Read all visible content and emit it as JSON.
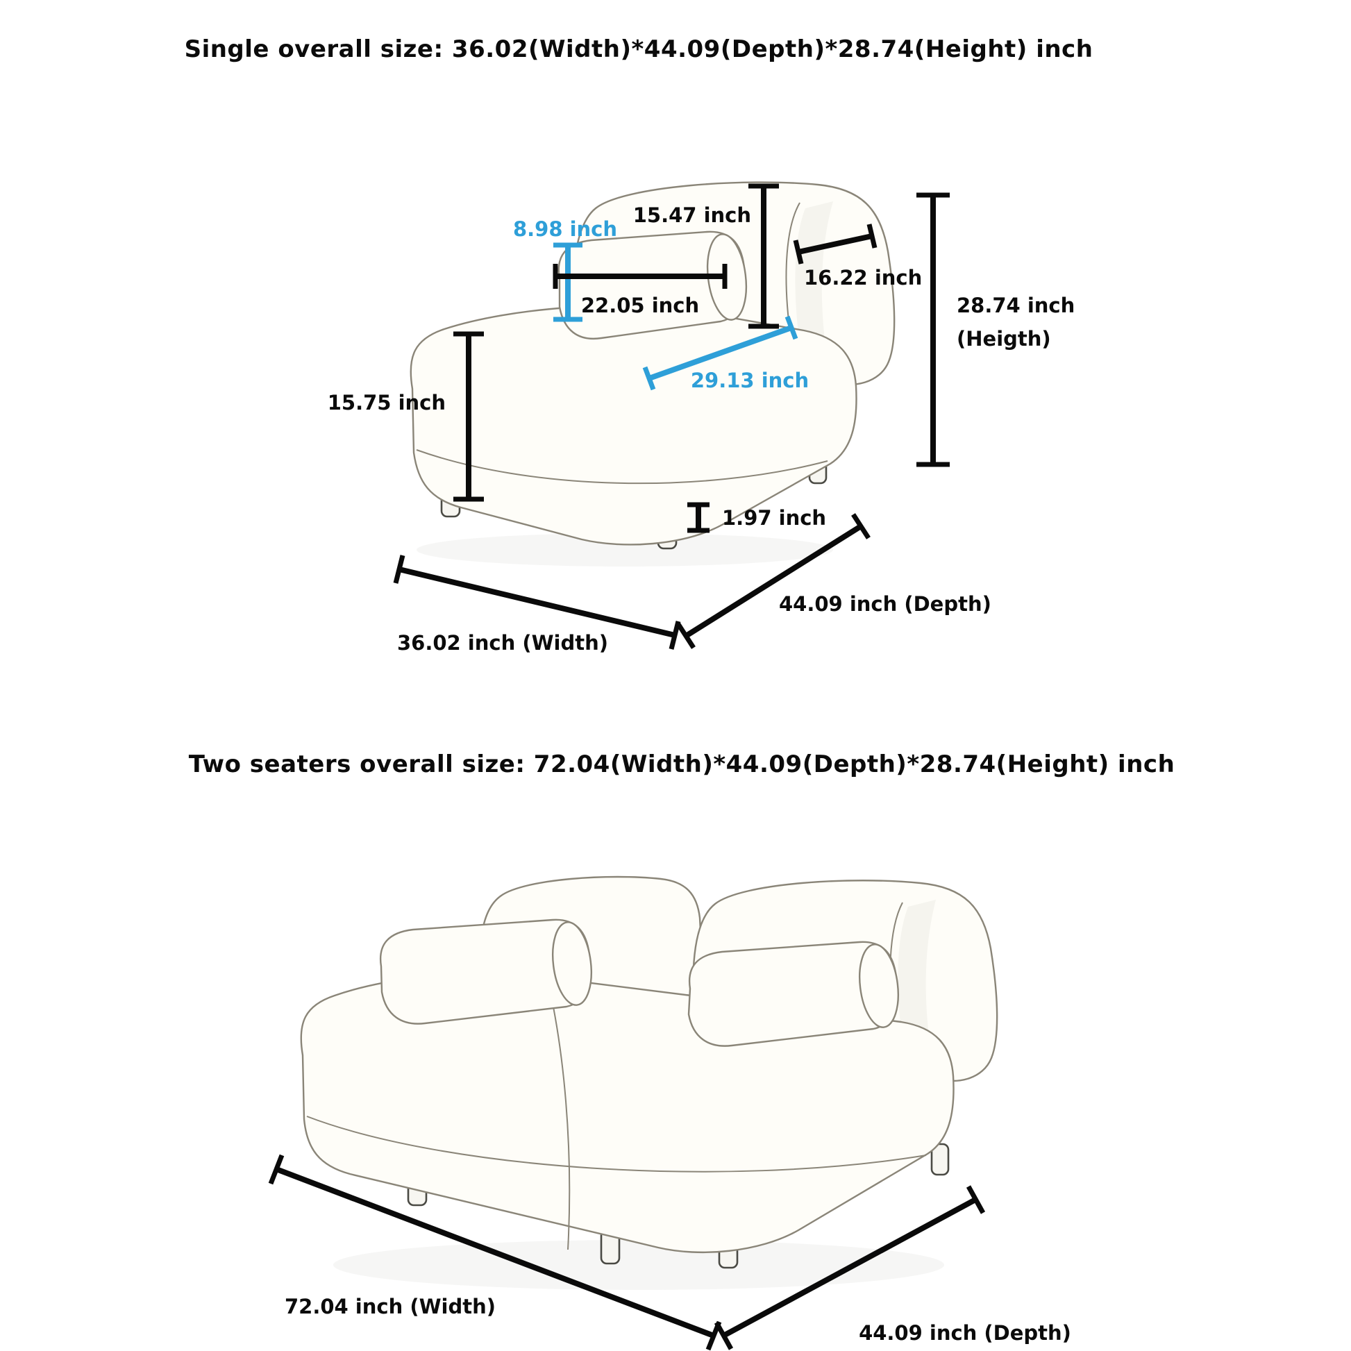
{
  "diagram": {
    "background": "#ffffff",
    "accent_blue": "#2e9fd8",
    "line_black": "#0a0a0a",
    "sketch_stroke": "#8a8578"
  },
  "single": {
    "title": "Single overall size: 36.02(Width)*44.09(Depth)*28.74(Height) inch",
    "dims": {
      "backrest_height": "15.47 inch",
      "bolster_diameter": "8.98 inch",
      "backrest_depth": "16.22 inch",
      "bolster_length": "22.05 inch",
      "overall_height": "28.74 inch",
      "overall_height_note": "(Heigth)",
      "seat_depth": "29.13 inch",
      "seat_height": "15.75 inch",
      "leg_height": "1.97 inch",
      "depth": "44.09 inch (Depth)",
      "width": "36.02 inch (Width)"
    }
  },
  "double": {
    "title": "Two seaters overall size: 72.04(Width)*44.09(Depth)*28.74(Height) inch",
    "dims": {
      "width": "72.04 inch (Width)",
      "depth": "44.09 inch (Depth)"
    }
  }
}
